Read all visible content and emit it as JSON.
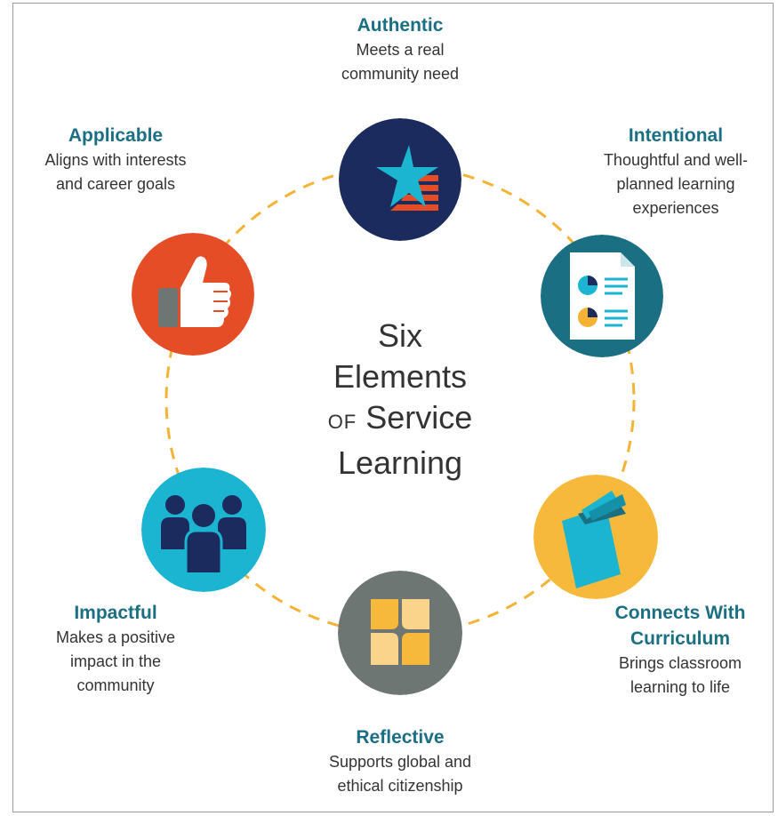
{
  "diagram": {
    "center": {
      "line1": "Six",
      "line2": "Elements",
      "of_word": "OF",
      "line3_rest": "Service",
      "line4": "Learning"
    },
    "ring_color": "#f5b335",
    "elements": [
      {
        "title": "Authentic",
        "description": "Meets a real community need",
        "desc_line1": "Meets a real",
        "desc_line2": "community need",
        "icon": "star-flag-icon",
        "color": "#1c2b5e"
      },
      {
        "title": "Intentional",
        "description": "Thoughtful and well-planned learning experiences",
        "desc_line1": "Thoughtful and well-",
        "desc_line2": "planned learning",
        "desc_line3": "experiences",
        "icon": "document-chart-icon",
        "color": "#1a6f82"
      },
      {
        "title": "Connects With Curriculum",
        "title_line1": "Connects With",
        "title_line2": "Curriculum",
        "description": "Brings classroom learning to life",
        "desc_line1": "Brings classroom",
        "desc_line2": "learning to life",
        "icon": "book-icon",
        "color": "#f6b93b"
      },
      {
        "title": "Reflective",
        "description": "Supports global and ethical citizenship",
        "desc_line1": "Supports global and",
        "desc_line2": "ethical citizenship",
        "icon": "reflection-shapes-icon",
        "color": "#6e7674"
      },
      {
        "title": "Impactful",
        "description": "Makes a positive impact in the community",
        "desc_line1": "Makes a positive",
        "desc_line2": "impact in the",
        "desc_line3": "community",
        "icon": "people-group-icon",
        "color": "#1bb5d1"
      },
      {
        "title": "Applicable",
        "description": "Aligns with interests and career goals",
        "desc_line1": "Aligns with interests",
        "desc_line2": "and career goals",
        "icon": "thumbs-up-icon",
        "color": "#e44d26"
      }
    ]
  }
}
